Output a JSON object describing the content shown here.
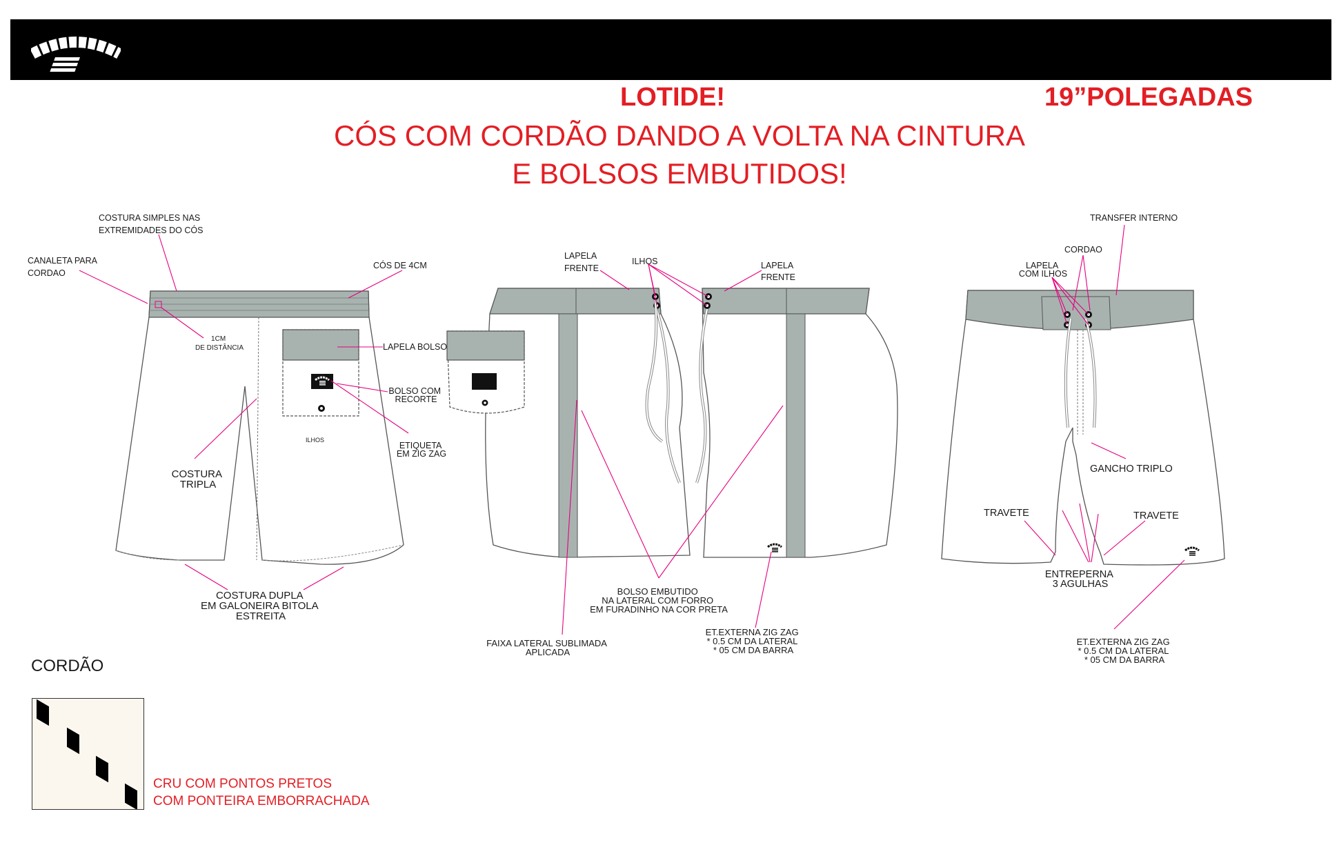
{
  "brand": {
    "name": "BILLABONG"
  },
  "colors": {
    "header_bar": "#000000",
    "headline_red": "#e31e24",
    "waistband_gray": "#a8b3b0",
    "callout_pink": "#e6007e"
  },
  "headline": {
    "lot": "LOTIDE!",
    "size": "19”POLEGADAS",
    "line1": "CÓS COM CORDÃO DANDO A VOLTA NA CINTURA",
    "line2": "E BOLSOS EMBUTIDOS!"
  },
  "back_view": {
    "costura_simples": [
      "COSTURA SIMPLES NAS",
      "EXTREMIDADES DO CÓS"
    ],
    "canaleta": [
      "CANALETA PARA",
      "CORDAO"
    ],
    "cos": "CÓS DE 4CM",
    "distancia": [
      "1CM",
      "DE DISTÂNCIA"
    ],
    "lapela_bolso": "LAPELA BOLSO",
    "bolso_recorte": [
      "BOLSO COM",
      "RECORTE"
    ],
    "ilhos": "ILHOS",
    "etiqueta": [
      "ETIQUETA",
      "EM ZIG ZAG"
    ],
    "costura_tripla": [
      "COSTURA",
      "TRIPLA"
    ],
    "costura_dupla": [
      "COSTURA DUPLA",
      "EM GALONEIRA BITOLA",
      "ESTREITA"
    ]
  },
  "side_view": {
    "lapela_frente_left": [
      "LAPELA",
      "FRENTE"
    ],
    "ilhos": "ILHOS",
    "lapela_frente_right": [
      "LAPELA",
      "FRENTE"
    ],
    "bolso_embutido": [
      "BOLSO EMBUTIDO",
      "NA LATERAL COM FORRO",
      "EM FURADINHO NA COR PRETA"
    ],
    "faixa_lateral": [
      "FAIXA LATERAL SUBLIMADA",
      "APLICADA"
    ],
    "et_externa": [
      "ET.EXTERNA ZIG ZAG",
      "* 0.5 CM DA LATERAL",
      "* 05 CM DA BARRA"
    ]
  },
  "front_view": {
    "transfer": "TRANSFER INTERNO",
    "cordao": "CORDAO",
    "lapela_ilhos": [
      "LAPELA",
      "COM ILHOS"
    ],
    "gancho": "GANCHO TRIPLO",
    "travete_left": "TRAVETE",
    "travete_right": "TRAVETE",
    "entreperna": [
      "ENTREPERNA",
      "3 AGULHAS"
    ],
    "et_externa": [
      "ET.EXTERNA ZIG ZAG",
      "* 0.5 CM DA LATERAL",
      "* 05 CM DA BARRA"
    ]
  },
  "cord": {
    "title": "CORDÃO",
    "note_line1": "CRU COM PONTOS PRETOS",
    "note_line2": "COM PONTEIRA EMBORRACHADA"
  }
}
